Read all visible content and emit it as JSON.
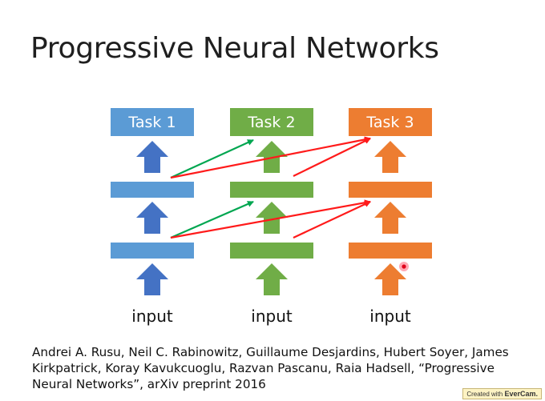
{
  "title": "Progressive Neural Networks",
  "colors": {
    "column1": "#5b9bd5",
    "column1_arrow": "#4472c4",
    "column2": "#70ad47",
    "column3": "#ed7d31",
    "lateral_from_1_to_2": "#00a650",
    "lateral_to_3": "#ff1a1a"
  },
  "columns": [
    {
      "task_label": "Task 1",
      "input_label": "input"
    },
    {
      "task_label": "Task 2",
      "input_label": "input"
    },
    {
      "task_label": "Task 3",
      "input_label": "input"
    }
  ],
  "citation": "Andrei A. Rusu, Neil C. Rabinowitz, Guillaume Desjardins, Hubert Soyer, James Kirkpatrick, Koray Kavukcuoglu, Razvan Pascanu, Raia Hadsell, “Progressive Neural Networks”, arXiv preprint 2016",
  "watermark": {
    "prefix": "Created with",
    "brand": "EverCam."
  }
}
